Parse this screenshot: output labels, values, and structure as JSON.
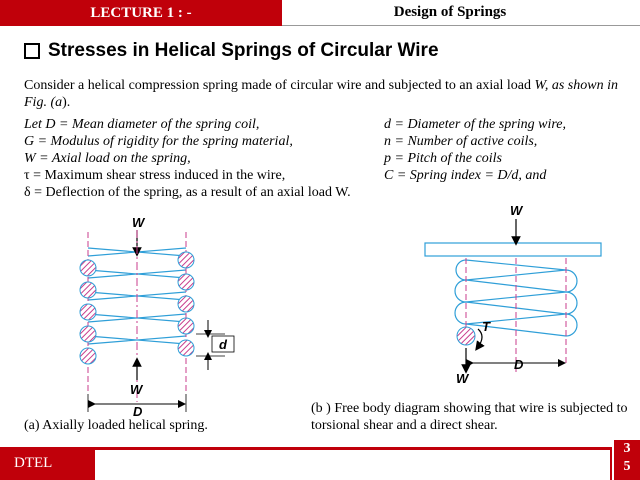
{
  "header": {
    "left": "LECTURE 1 : -",
    "right": "Design  of  Springs"
  },
  "title": "Stresses in Helical Springs of Circular Wire",
  "intro_part1": "Consider a helical compression spring made of circular wire and subjected to an axial load ",
  "intro_W": "W,",
  "intro_part2": " as shown in Fig. (",
  "intro_a": "a",
  "intro_part3": ").",
  "defs": {
    "r1l": "Let D = Mean diameter of the spring coil,",
    "r1r": "d = Diameter of the spring wire,",
    "r2l": "G = Modulus of rigidity for the spring material,",
    "r2r": "n = Number of active coils,",
    "r3l": "W = Axial load on the spring,",
    "r3r": "p = Pitch of the coils",
    "r4l": "τ = Maximum shear stress induced in the wire,",
    "r4r": "C = Spring index = D/d,  and",
    "r5l": "δ = Deflection of the spring, as a result of an axial load W."
  },
  "figure_a": {
    "W_top": "W",
    "W_bottom": "W",
    "D": "D",
    "d": "d"
  },
  "figure_b": {
    "W_top": "W",
    "T": "T",
    "D": "D",
    "W_bottom": "W"
  },
  "caption_a": "(a) Axially loaded helical spring.",
  "caption_b": "(b ) Free body diagram showing that wire is subjected to torsional shear and a direct shear.",
  "footer": {
    "label": "DTEL",
    "page_top": "3",
    "page_bottom": "5"
  },
  "colors": {
    "brand_red": "#c0000a",
    "spring_blue": "#2f9fd8",
    "hatch_magenta": "#c83d8c"
  }
}
